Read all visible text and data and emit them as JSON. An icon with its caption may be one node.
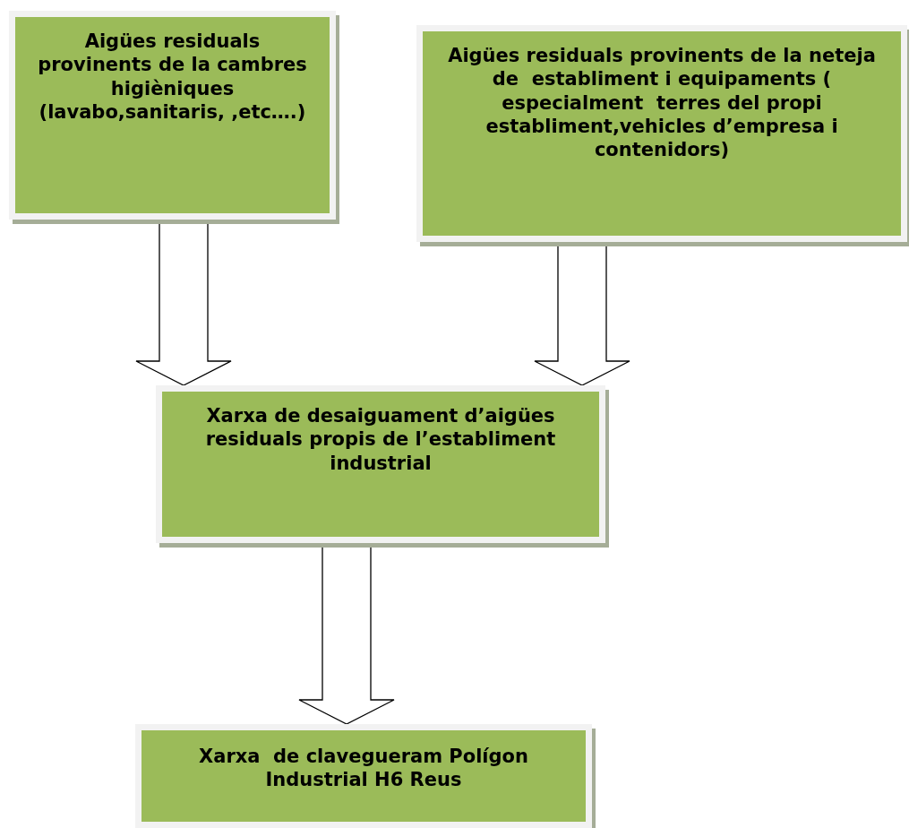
{
  "diagram": {
    "nodes": [
      {
        "text": [
          "Aigües residuals provinents de la cambres higièniques (lavabo,sanitaris, ,etc….)"
        ]
      },
      {
        "text": [
          "Aigües residuals provinents de la neteja de  establiment i equipaments ( especialment  terres del propi establiment,vehicles d’empresa i contenidors)"
        ]
      },
      {
        "text": [
          "Xarxa de desaiguament d’aigües residuals propis de l’establiment industrial"
        ]
      },
      {
        "text": [
          "Xarxa  de clavegueram Polígon Industrial H6 Reus"
        ]
      }
    ],
    "edges": [
      {
        "from": 0,
        "to": 2,
        "arrow": "to"
      },
      {
        "from": 1,
        "to": 2,
        "arrow": "to"
      },
      {
        "from": 2,
        "to": 3,
        "arrow": "to"
      }
    ]
  }
}
